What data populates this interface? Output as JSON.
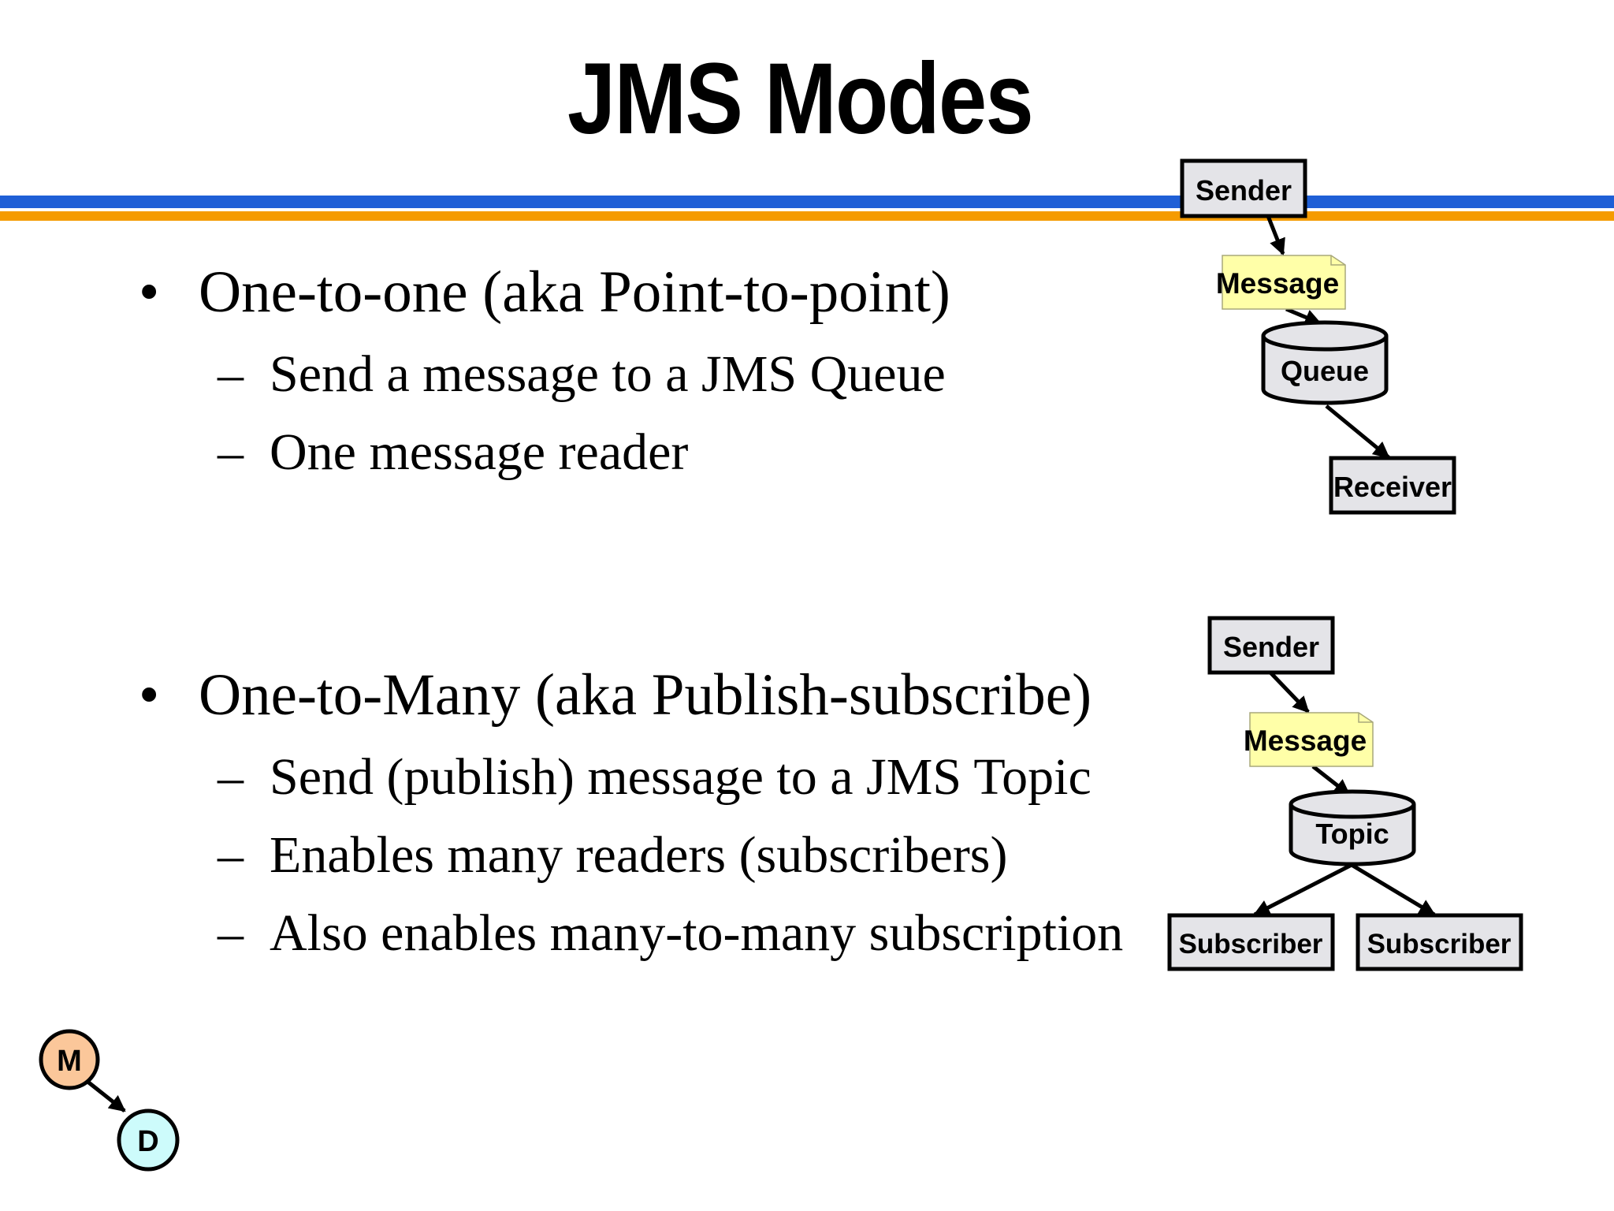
{
  "slide": {
    "title": "JMS Modes",
    "sections": [
      {
        "heading": "One-to-one (aka Point-to-point)",
        "points": [
          "Send a message to a JMS Queue",
          "One message reader"
        ]
      },
      {
        "heading": "One-to-Many (aka Publish-subscribe)",
        "points": [
          "Send (publish) message to a JMS Topic",
          "Enables many readers (subscribers)",
          "Also enables many-to-many subscription"
        ]
      }
    ],
    "bullet_glyph": "•",
    "dash_glyph": "–"
  },
  "diagram_p2p": {
    "sender": "Sender",
    "message": "Message",
    "queue": "Queue",
    "receiver": "Receiver"
  },
  "diagram_pubsub": {
    "sender": "Sender",
    "message": "Message",
    "topic": "Topic",
    "subscribers": [
      "Subscriber",
      "Subscriber"
    ]
  },
  "logo": {
    "top_letter": "M",
    "bottom_letter": "D"
  },
  "colors": {
    "band_blue": "#1f5fd6",
    "band_orange": "#f59b00",
    "box_fill": "#e4e4e8",
    "message_fill": "#ffffa8",
    "logo_m": "#fbc79a",
    "logo_d": "#cdfbfb"
  }
}
